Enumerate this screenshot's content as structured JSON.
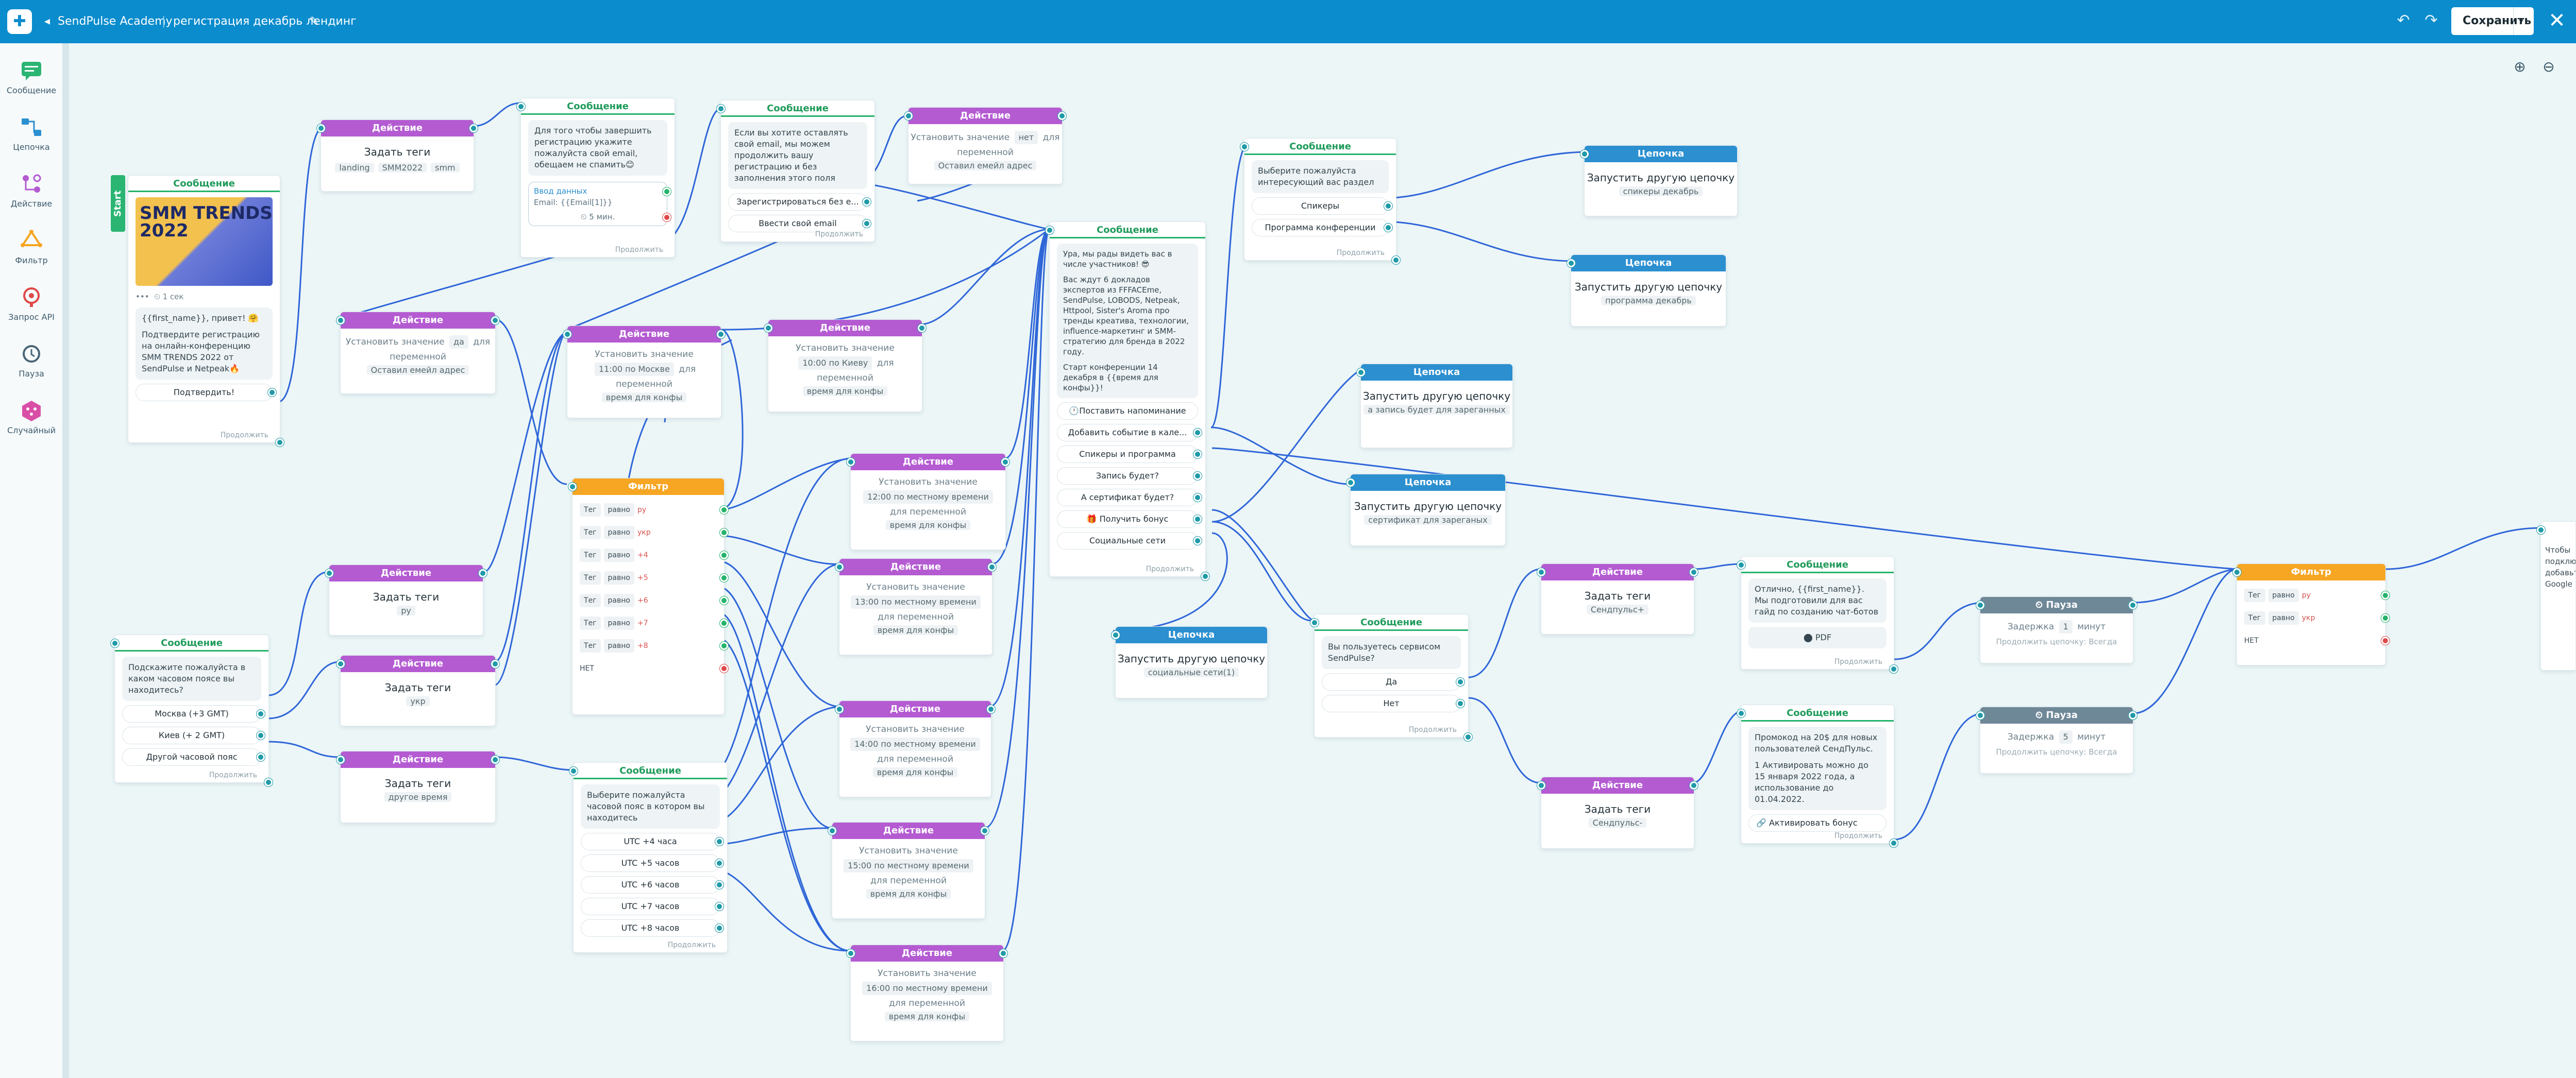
{
  "header": {
    "app_name": "SendPulse Academy",
    "flow_name": "регистрация декабрь лендинг",
    "save_label": "Сохранить"
  },
  "sidebar": {
    "items": [
      {
        "label": "Сообщение",
        "icon": "message-icon"
      },
      {
        "label": "Цепочка",
        "icon": "chain-icon"
      },
      {
        "label": "Действие",
        "icon": "action-icon"
      },
      {
        "label": "Фильтр",
        "icon": "filter-icon"
      },
      {
        "label": "Запрос API",
        "icon": "api-icon"
      },
      {
        "label": "Пауза",
        "icon": "pause-icon"
      },
      {
        "label": "Случайный",
        "icon": "random-icon"
      }
    ]
  },
  "common": {
    "message": "Сообщение",
    "action": "Действие",
    "filter": "Фильтр",
    "chain": "Цепочка",
    "pause": "Пауза",
    "continue": "Продолжить",
    "set_tags": "Задать теги",
    "run_chain": "Запустить другую цепочку",
    "set_value": "Установить значение",
    "for_var": "для переменной",
    "var_time": "время для конфы",
    "eq": "равно",
    "tag": "Тег",
    "no": "НЕТ",
    "start": "Start"
  },
  "nodes": {
    "start_msg": {
      "promo_title": "SMM TRENDS 2022",
      "delay": "1 сек",
      "greeting": "{{first_name}}, привет! 🤗",
      "text": "Подтвердите регистрацию на онлайн-конференцию SMM TRENDS 2022 от SendPulse и Netpeak🔥",
      "button": "Подтвердить!"
    },
    "act_tags1": {
      "tags": [
        "landing",
        "SMM2022",
        "smm"
      ]
    },
    "msg_email": {
      "text": "Для того чтобы завершить регистрацию укажите пожалуйста свой email, обещаем не спамить😊",
      "input_label": "Ввод данных",
      "input_value": "Email: {{Email[1]}}",
      "timeout": "5 мин."
    },
    "msg_skip": {
      "text": "Если вы хотите оставлять свой email, мы можем продолжить вашу регистрацию и без заполнения этого поля",
      "btn1": "Зарегистрироваться без е...",
      "btn2": "Ввести свой email"
    },
    "act_no": {
      "line1": "Установить значение",
      "val": "нет",
      "line2": "для переменной",
      "var": "Оставил емейл адрес"
    },
    "act_yes": {
      "line1": "Установить значение",
      "val": "да",
      "line2": "для переменной",
      "var": "Оставил емейл адрес"
    },
    "act_moscow": {
      "val": "11:00 по Москве"
    },
    "act_kiev": {
      "val": "10:00 по Киеву"
    },
    "filter1": {
      "rows": [
        {
          "tag": "Тег",
          "op": "равно",
          "val": "ру"
        },
        {
          "tag": "Тег",
          "op": "равно",
          "val": "укр"
        },
        {
          "tag": "Тег",
          "op": "равно",
          "val": "+4"
        },
        {
          "tag": "Тег",
          "op": "равно",
          "val": "+5"
        },
        {
          "tag": "Тег",
          "op": "равно",
          "val": "+6"
        },
        {
          "tag": "Тег",
          "op": "равно",
          "val": "+7"
        },
        {
          "tag": "Тег",
          "op": "равно",
          "val": "+8"
        }
      ]
    },
    "act_t12": {
      "val": "12:00 по местному времени"
    },
    "act_t13": {
      "val": "13:00 по местному времени"
    },
    "act_t14": {
      "val": "14:00 по местному времени"
    },
    "act_t15": {
      "val": "15:00 по местному времени"
    },
    "act_t16": {
      "val": "16:00 по местному времени"
    },
    "act_ru": {
      "tag": "ру"
    },
    "act_ukr": {
      "tag": "укр"
    },
    "act_other": {
      "tag": "другое время"
    },
    "msg_tz": {
      "text": "Подскажите пожалуйста в каком часовом поясе вы находитесь?",
      "btns": [
        "Москва (+3 GMT)",
        "Киев (+ 2 GMT)",
        "Другой часовой пояс"
      ]
    },
    "msg_utc": {
      "text": "Выберите пожалуйста часовой пояс в котором вы находитесь",
      "btns": [
        "UTC +4 часа",
        "UTC +5 часов",
        "UTC +6 часов",
        "UTC +7 часов",
        "UTC +8 часов"
      ]
    },
    "msg_main": {
      "text1": "Ура, мы рады видеть вас в числе участников! 😎",
      "text2": "Вас ждут 6 докладов экспертов из FFFACEme, SendPulse, LOBODS, Netpeak, Httpool, Sister's Aroma про тренды креатива, технологии, influence-маркетинг и SMM-стратегию для бренда в 2022 году.",
      "text3": "Старт конференции 14 декабря в {{время для конфы}}!",
      "btns": [
        "🕐Поставить напоминание",
        "Добавить событие в кале...",
        "Спикеры и программа",
        "Запись будет?",
        "А сертификат будет?",
        "🎁 Получить бонус",
        "Социальные сети"
      ]
    },
    "msg_section": {
      "text": "Выберите пожалуйста интересующий вас раздел",
      "btns": [
        "Спикеры",
        "Программа конференции"
      ]
    },
    "chn_speakers": {
      "sub": "спикеры декабрь"
    },
    "chn_program": {
      "sub": "программа декабрь"
    },
    "chn_record": {
      "sub": "а запись будет для зареганных"
    },
    "chn_cert": {
      "sub": "сертификат для зареганых"
    },
    "chn_social": {
      "sub": "социальные сети(1)"
    },
    "msg_service": {
      "text": "Вы пользуетесь сервисом SendPulse?",
      "btns": [
        "Да",
        "Нет"
      ]
    },
    "act_sp_plus": {
      "tag": "Сендпульс+"
    },
    "act_sp_minus": {
      "tag": "Сендпульс-"
    },
    "msg_pdf": {
      "text": "Отлично, {{first_name}}. Мы подготовили для вас гайд по созданию чат-ботов",
      "file": "PDF"
    },
    "msg_promo": {
      "text": "Промокод на 20$ для новых пользователей СендПульс.",
      "text2": "1 Активировать можно до 15 января 2022 года, а использование до 01.04.2022.",
      "btn": "Активировать бонус"
    },
    "pause1": {
      "label": "Задержка",
      "n": "1",
      "unit": "минут",
      "sub": "Продолжить цепочку: Всегда"
    },
    "pause5": {
      "label": "Задержка",
      "n": "5",
      "unit": "минут",
      "sub": "Продолжить цепочку: Всегда"
    },
    "filter2": {
      "rows": [
        {
          "tag": "Тег",
          "op": "равно",
          "val": "ру"
        },
        {
          "tag": "Тег",
          "op": "равно",
          "val": "укр"
        }
      ]
    },
    "msg_edge": {
      "text": "Чтобы подключить добавьте Google"
    }
  }
}
